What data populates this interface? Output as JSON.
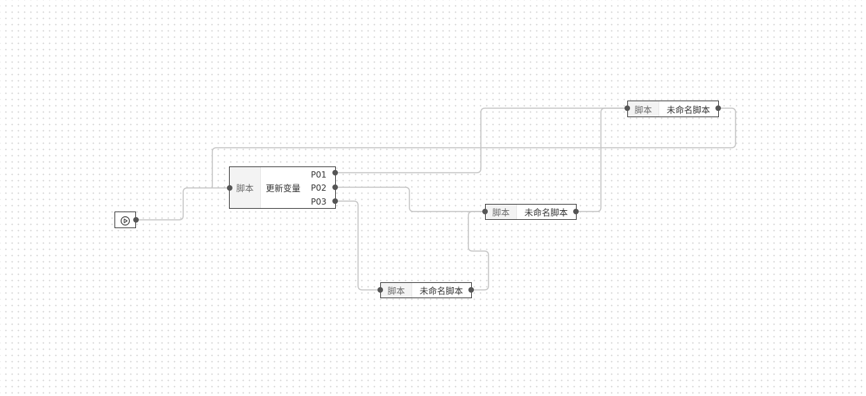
{
  "canvas": {
    "background": "#ffffff",
    "grid_dot_color": "#cfcfcf",
    "edge_color": "#c4c4c4",
    "port_color": "#555555"
  },
  "start_node": {
    "icon": "play-circle-icon"
  },
  "main_node": {
    "type_label": "脚本",
    "title": "更新变量",
    "outputs": [
      "P01",
      "P02",
      "P03"
    ]
  },
  "script_node_top": {
    "type_label": "脚本",
    "title": "未命名脚本"
  },
  "script_node_middle": {
    "type_label": "脚本",
    "title": "未命名脚本"
  },
  "script_node_bottom": {
    "type_label": "脚本",
    "title": "未命名脚本"
  }
}
